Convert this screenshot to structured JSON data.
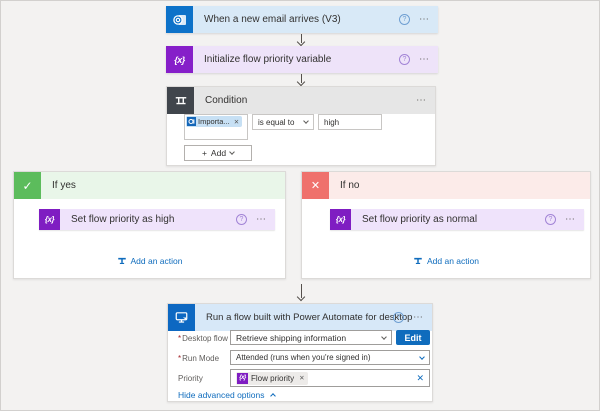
{
  "icons": {
    "help": "?",
    "more": "⋯",
    "variable": "{x}",
    "check": "✓",
    "cross": "✕",
    "dismiss": "✕",
    "clear": "✕",
    "plus": "+"
  },
  "colors": {
    "trigger_header_bg": "#d8e9f7",
    "trigger_icon_bg": "#0d72c9",
    "variable_header_bg": "#eee3f9",
    "variable_icon_bg": "#861fc9",
    "action_header_bg": "#efe3fb",
    "action_icon_bg": "#7f1dc2",
    "condition_header_bg": "#e6e6e6",
    "condition_icon_bg": "#40454c",
    "if_yes_header_bg": "#e9f6e9",
    "if_yes_icon_bg": "#5cbc5c",
    "if_no_header_bg": "#fcebe9",
    "if_no_icon_bg": "#ef716c",
    "desktop_header_bg": "#d7e8f8",
    "desktop_icon_bg": "#0d68c2",
    "primary_blue": "#0f6cbd"
  },
  "trigger": {
    "title": "When a new email arrives (V3)"
  },
  "init_variable": {
    "title": "Initialize flow priority variable"
  },
  "condition": {
    "title": "Condition",
    "operand_token": "Importa...",
    "operator": "is equal to",
    "value": "high",
    "add_label": "Add"
  },
  "branch_yes": {
    "title": "If yes",
    "action_title": "Set flow priority as high",
    "add_action_label": "Add an action"
  },
  "branch_no": {
    "title": "If no",
    "action_title": "Set flow priority as normal",
    "add_action_label": "Add an action"
  },
  "desktop_flow": {
    "title": "Run a flow built with Power Automate for desktop",
    "fields": [
      {
        "label": "Desktop flow",
        "required": "*",
        "value": "Retrieve shipping information",
        "button": "Edit"
      },
      {
        "label": "Run Mode",
        "required": "*",
        "value": "Attended (runs when you're signed in)"
      },
      {
        "label": "Priority",
        "token": "Flow priority"
      }
    ],
    "hide_advanced_label": "Hide advanced options"
  }
}
